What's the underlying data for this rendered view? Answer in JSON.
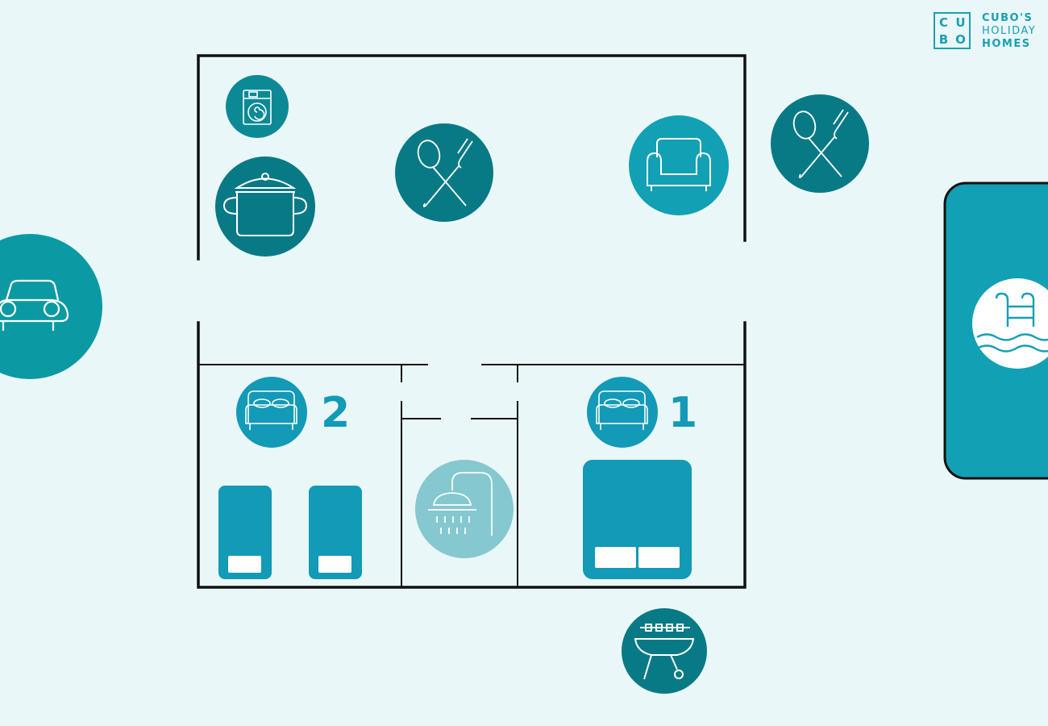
{
  "brand": {
    "logo_letters": [
      "C",
      "U",
      "B",
      "O"
    ],
    "name_lines": [
      "CUBO'S",
      "HOLIDAY",
      "HOMES"
    ]
  },
  "bedrooms": [
    {
      "number": "2",
      "beds": "two single beds"
    },
    {
      "number": "1",
      "beds": "one double bed"
    }
  ],
  "icons": [
    "washing-machine-icon",
    "cooking-pot-icon",
    "dining-icon",
    "sofa-icon",
    "outdoor-dining-icon",
    "parking-car-icon",
    "swimming-pool-icon",
    "bed-icon",
    "shower-icon",
    "barbecue-icon"
  ],
  "colors": {
    "background": "#eaf7f9",
    "dark_teal": "#087a86",
    "teal": "#12a0b4",
    "bright_blue": "#129ab7",
    "light_teal": "#85c8cf",
    "wall": "#111111"
  }
}
